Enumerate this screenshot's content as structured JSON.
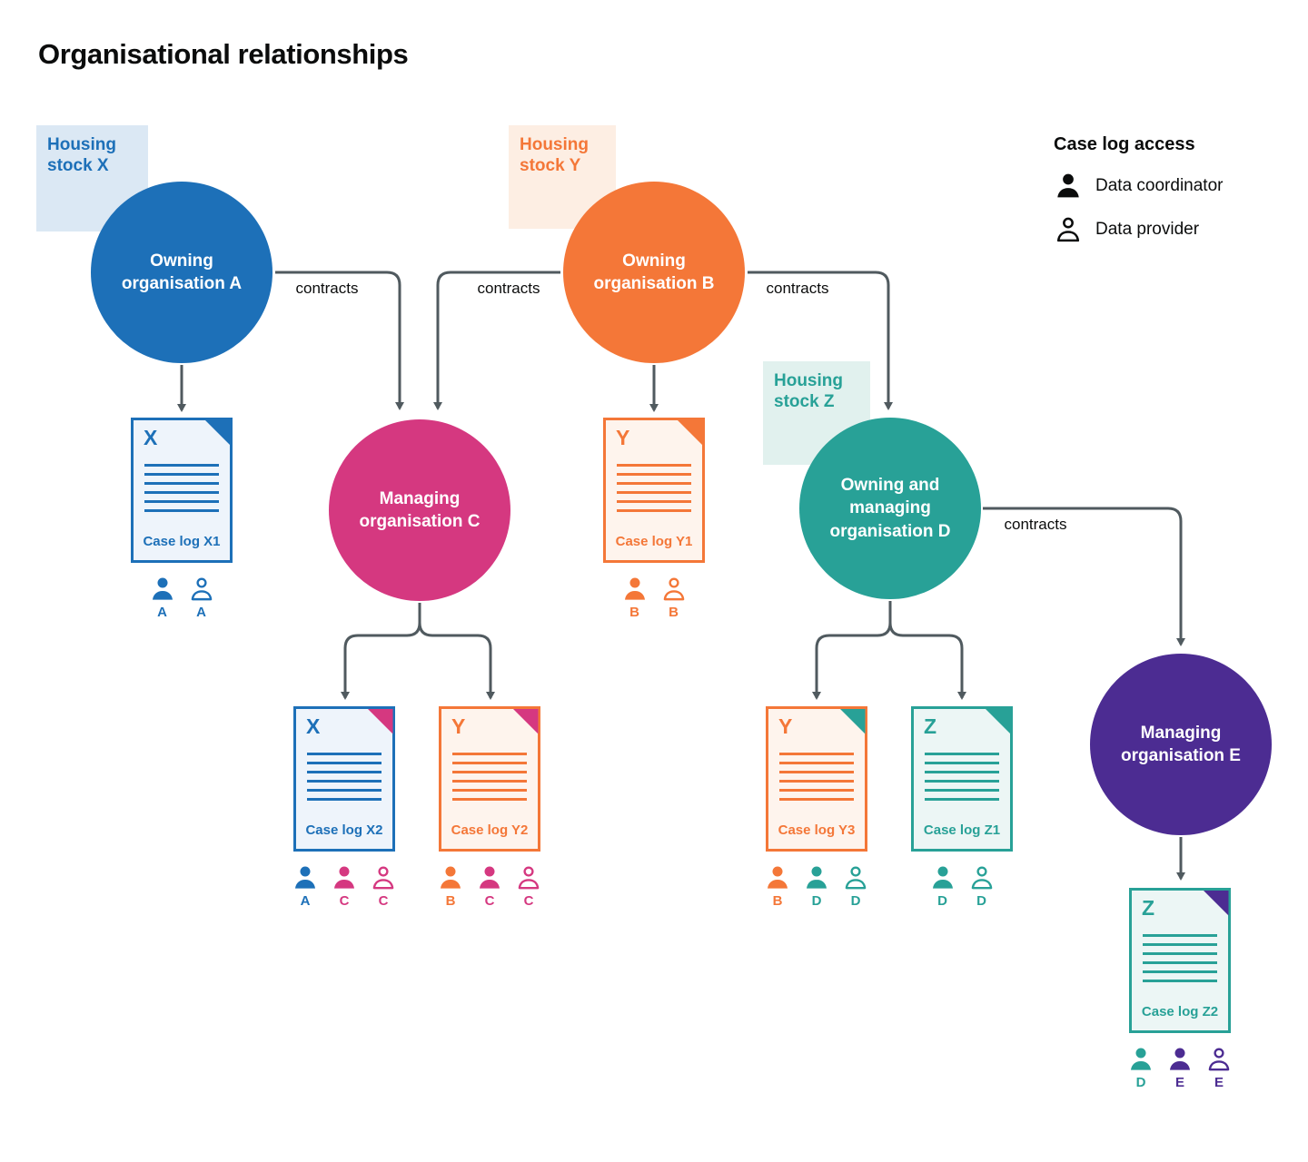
{
  "title": "Organisational relationships",
  "legend": {
    "title": "Case log access",
    "items": [
      {
        "icon": "person-filled-icon",
        "label": "Data coordinator"
      },
      {
        "icon": "person-outline-icon",
        "label": "Data provider"
      }
    ]
  },
  "housing_stocks": [
    {
      "id": "X",
      "label": "Housing stock X",
      "color": "#1d70b8",
      "background": "#dbe8f4"
    },
    {
      "id": "Y",
      "label": "Housing stock Y",
      "color": "#f47738",
      "background": "#fdeee3"
    },
    {
      "id": "Z",
      "label": "Housing stock Z",
      "color": "#28a197",
      "background": "#e1f1ee"
    }
  ],
  "organisations": [
    {
      "id": "A",
      "label": "Owning organisation A",
      "color": "#1d70b8"
    },
    {
      "id": "B",
      "label": "Owning organisation B",
      "color": "#f47738"
    },
    {
      "id": "C",
      "label": "Managing organisation C",
      "color": "#d53880"
    },
    {
      "id": "D",
      "label": "Owning and managing organisation D",
      "color": "#28a197"
    },
    {
      "id": "E",
      "label": "Managing organisation E",
      "color": "#4c2c92"
    }
  ],
  "contract_labels": [
    "contracts",
    "contracts",
    "contracts",
    "contracts"
  ],
  "case_logs": [
    {
      "id": "X1",
      "stock_letter": "X",
      "label": "Case log X1",
      "color": "#1d70b8",
      "fold_color": "#1d70b8",
      "access": [
        {
          "org": "A",
          "role": "coordinator",
          "color": "#1d70b8"
        },
        {
          "org": "A",
          "role": "provider",
          "color": "#1d70b8"
        }
      ]
    },
    {
      "id": "Y1",
      "stock_letter": "Y",
      "label": "Case log Y1",
      "color": "#f47738",
      "fold_color": "#f47738",
      "access": [
        {
          "org": "B",
          "role": "coordinator",
          "color": "#f47738"
        },
        {
          "org": "B",
          "role": "provider",
          "color": "#f47738"
        }
      ]
    },
    {
      "id": "X2",
      "stock_letter": "X",
      "label": "Case log X2",
      "color": "#1d70b8",
      "fold_color": "#d53880",
      "access": [
        {
          "org": "A",
          "role": "coordinator",
          "color": "#1d70b8"
        },
        {
          "org": "C",
          "role": "coordinator",
          "color": "#d53880"
        },
        {
          "org": "C",
          "role": "provider",
          "color": "#d53880"
        }
      ]
    },
    {
      "id": "Y2",
      "stock_letter": "Y",
      "label": "Case log Y2",
      "color": "#f47738",
      "fold_color": "#d53880",
      "access": [
        {
          "org": "B",
          "role": "coordinator",
          "color": "#f47738"
        },
        {
          "org": "C",
          "role": "coordinator",
          "color": "#d53880"
        },
        {
          "org": "C",
          "role": "provider",
          "color": "#d53880"
        }
      ]
    },
    {
      "id": "Y3",
      "stock_letter": "Y",
      "label": "Case log Y3",
      "color": "#f47738",
      "fold_color": "#28a197",
      "access": [
        {
          "org": "B",
          "role": "coordinator",
          "color": "#f47738"
        },
        {
          "org": "D",
          "role": "coordinator",
          "color": "#28a197"
        },
        {
          "org": "D",
          "role": "provider",
          "color": "#28a197"
        }
      ]
    },
    {
      "id": "Z1",
      "stock_letter": "Z",
      "label": "Case log Z1",
      "color": "#28a197",
      "fold_color": "#28a197",
      "access": [
        {
          "org": "D",
          "role": "coordinator",
          "color": "#28a197"
        },
        {
          "org": "D",
          "role": "provider",
          "color": "#28a197"
        }
      ]
    },
    {
      "id": "Z2",
      "stock_letter": "Z",
      "label": "Case log Z2",
      "color": "#28a197",
      "fold_color": "#4c2c92",
      "access": [
        {
          "org": "D",
          "role": "coordinator",
          "color": "#28a197"
        },
        {
          "org": "E",
          "role": "coordinator",
          "color": "#4c2c92"
        },
        {
          "org": "E",
          "role": "provider",
          "color": "#4c2c92"
        }
      ]
    }
  ],
  "colors": {
    "blue": "#1d70b8",
    "orange": "#f47738",
    "pink": "#d53880",
    "teal": "#28a197",
    "purple": "#4c2c92",
    "arrow_grey": "#505a5f",
    "text": "#0b0c0c"
  }
}
